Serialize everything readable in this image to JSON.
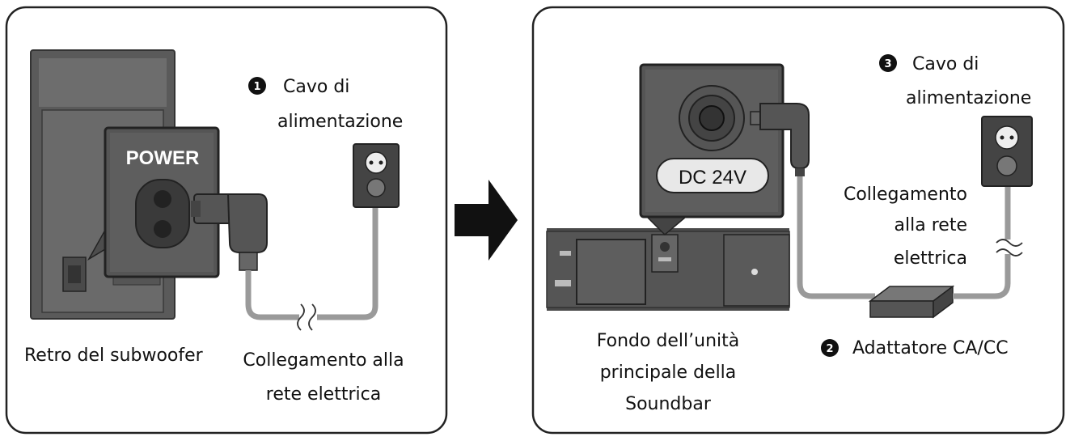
{
  "left_panel": {
    "power_label": "POWER",
    "callout_1": {
      "number": "1",
      "text_line1": "Cavo di",
      "text_line2": "alimentazione"
    },
    "bottom_left": "Retro del subwoofer",
    "bottom_right_line1": "Collegamento alla",
    "bottom_right_line2": "rete elettrica"
  },
  "right_panel": {
    "dc_label": "DC 24V",
    "callout_3": {
      "number": "3",
      "text_line1": "Cavo di",
      "text_line2": "alimentazione"
    },
    "mains_line1": "Collegamento",
    "mains_line2": "alla rete",
    "mains_line3": "elettrica",
    "callout_2": {
      "number": "2",
      "text": "Adattatore CA/CC"
    },
    "bottom_line1": "Fondo dell’unità",
    "bottom_line2": "principale della",
    "bottom_line3": "Soundbar"
  },
  "colors": {
    "cable": "#9a9a9a",
    "device_dark": "#444444",
    "device_mid": "#666666",
    "panel_stroke": "#222222"
  }
}
